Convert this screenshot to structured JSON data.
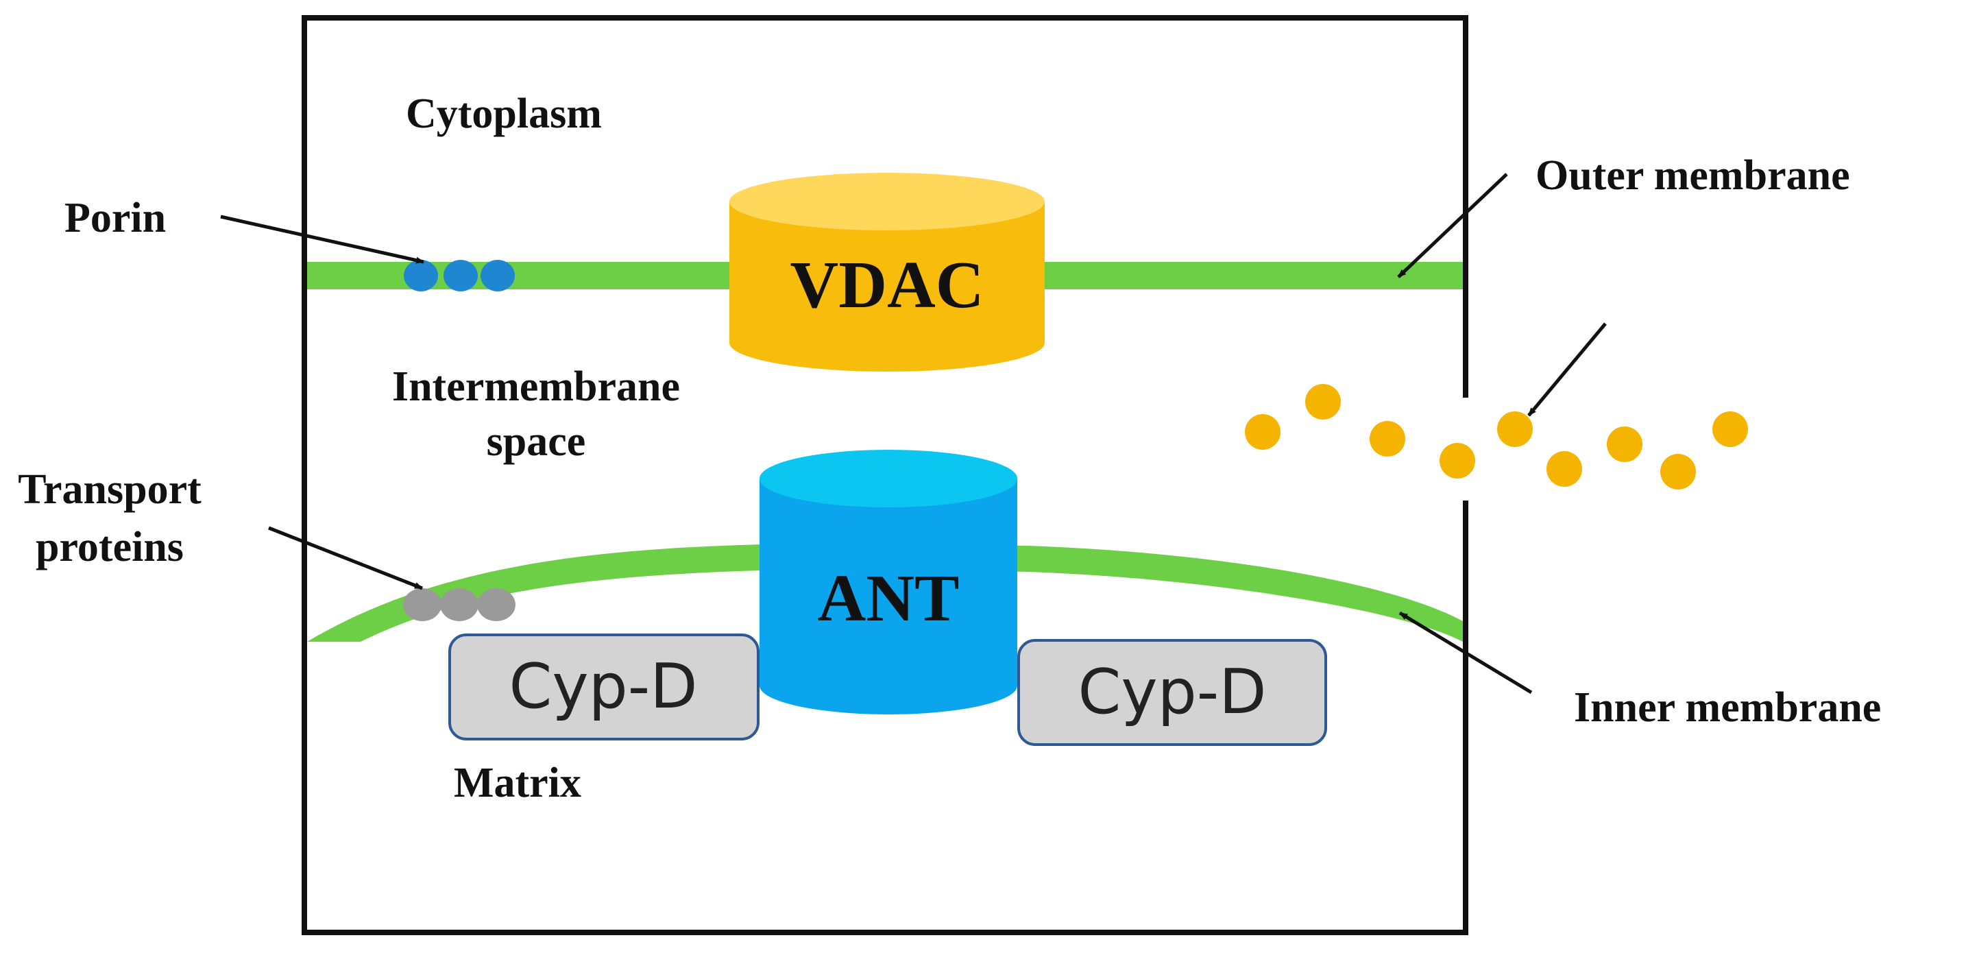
{
  "labels": {
    "cytoplasm": "Cytoplasm",
    "porin": "Porin",
    "outer_membrane": "Outer membrane",
    "intermembrane_line1": "Intermembrane",
    "intermembrane_line2": "space",
    "transport_line1": "Transport",
    "transport_line2": "proteins",
    "inner_membrane": "Inner membrane",
    "matrix": "Matrix"
  },
  "components": {
    "vdac": "VDAC",
    "ant": "ANT",
    "cyp_d_left": "Cyp-D",
    "cyp_d_right": "Cyp-D"
  },
  "colors": {
    "membrane": "#6dcf45",
    "vdac_body": "#f7bc0c",
    "vdac_top": "#ffd75a",
    "ant_body": "#0aa5ec",
    "ant_top": "#0cc6f2",
    "porin": "#1f86d2",
    "transport_protein": "#9a9a9a",
    "cyp_d_fill": "#d3d3d3",
    "cyp_d_border": "#2d5a94",
    "particles": "#f5b400"
  }
}
